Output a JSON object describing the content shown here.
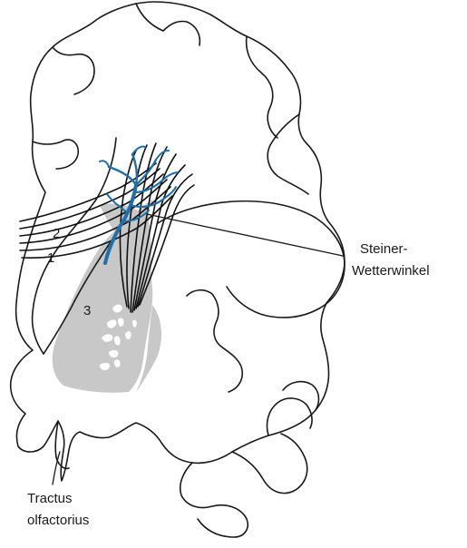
{
  "labels": {
    "region_1": "1",
    "region_2": "2",
    "region_3": "3",
    "steiner_line1": "Steiner-",
    "steiner_line2": "Wetterwinkel",
    "tractus_line1": "Tractus",
    "tractus_line2": "olfactorius"
  },
  "colors": {
    "outline": "#1a1a1a",
    "striatum_gray": "#c8c8c8",
    "vessel_blue": "#1f6fa8"
  }
}
